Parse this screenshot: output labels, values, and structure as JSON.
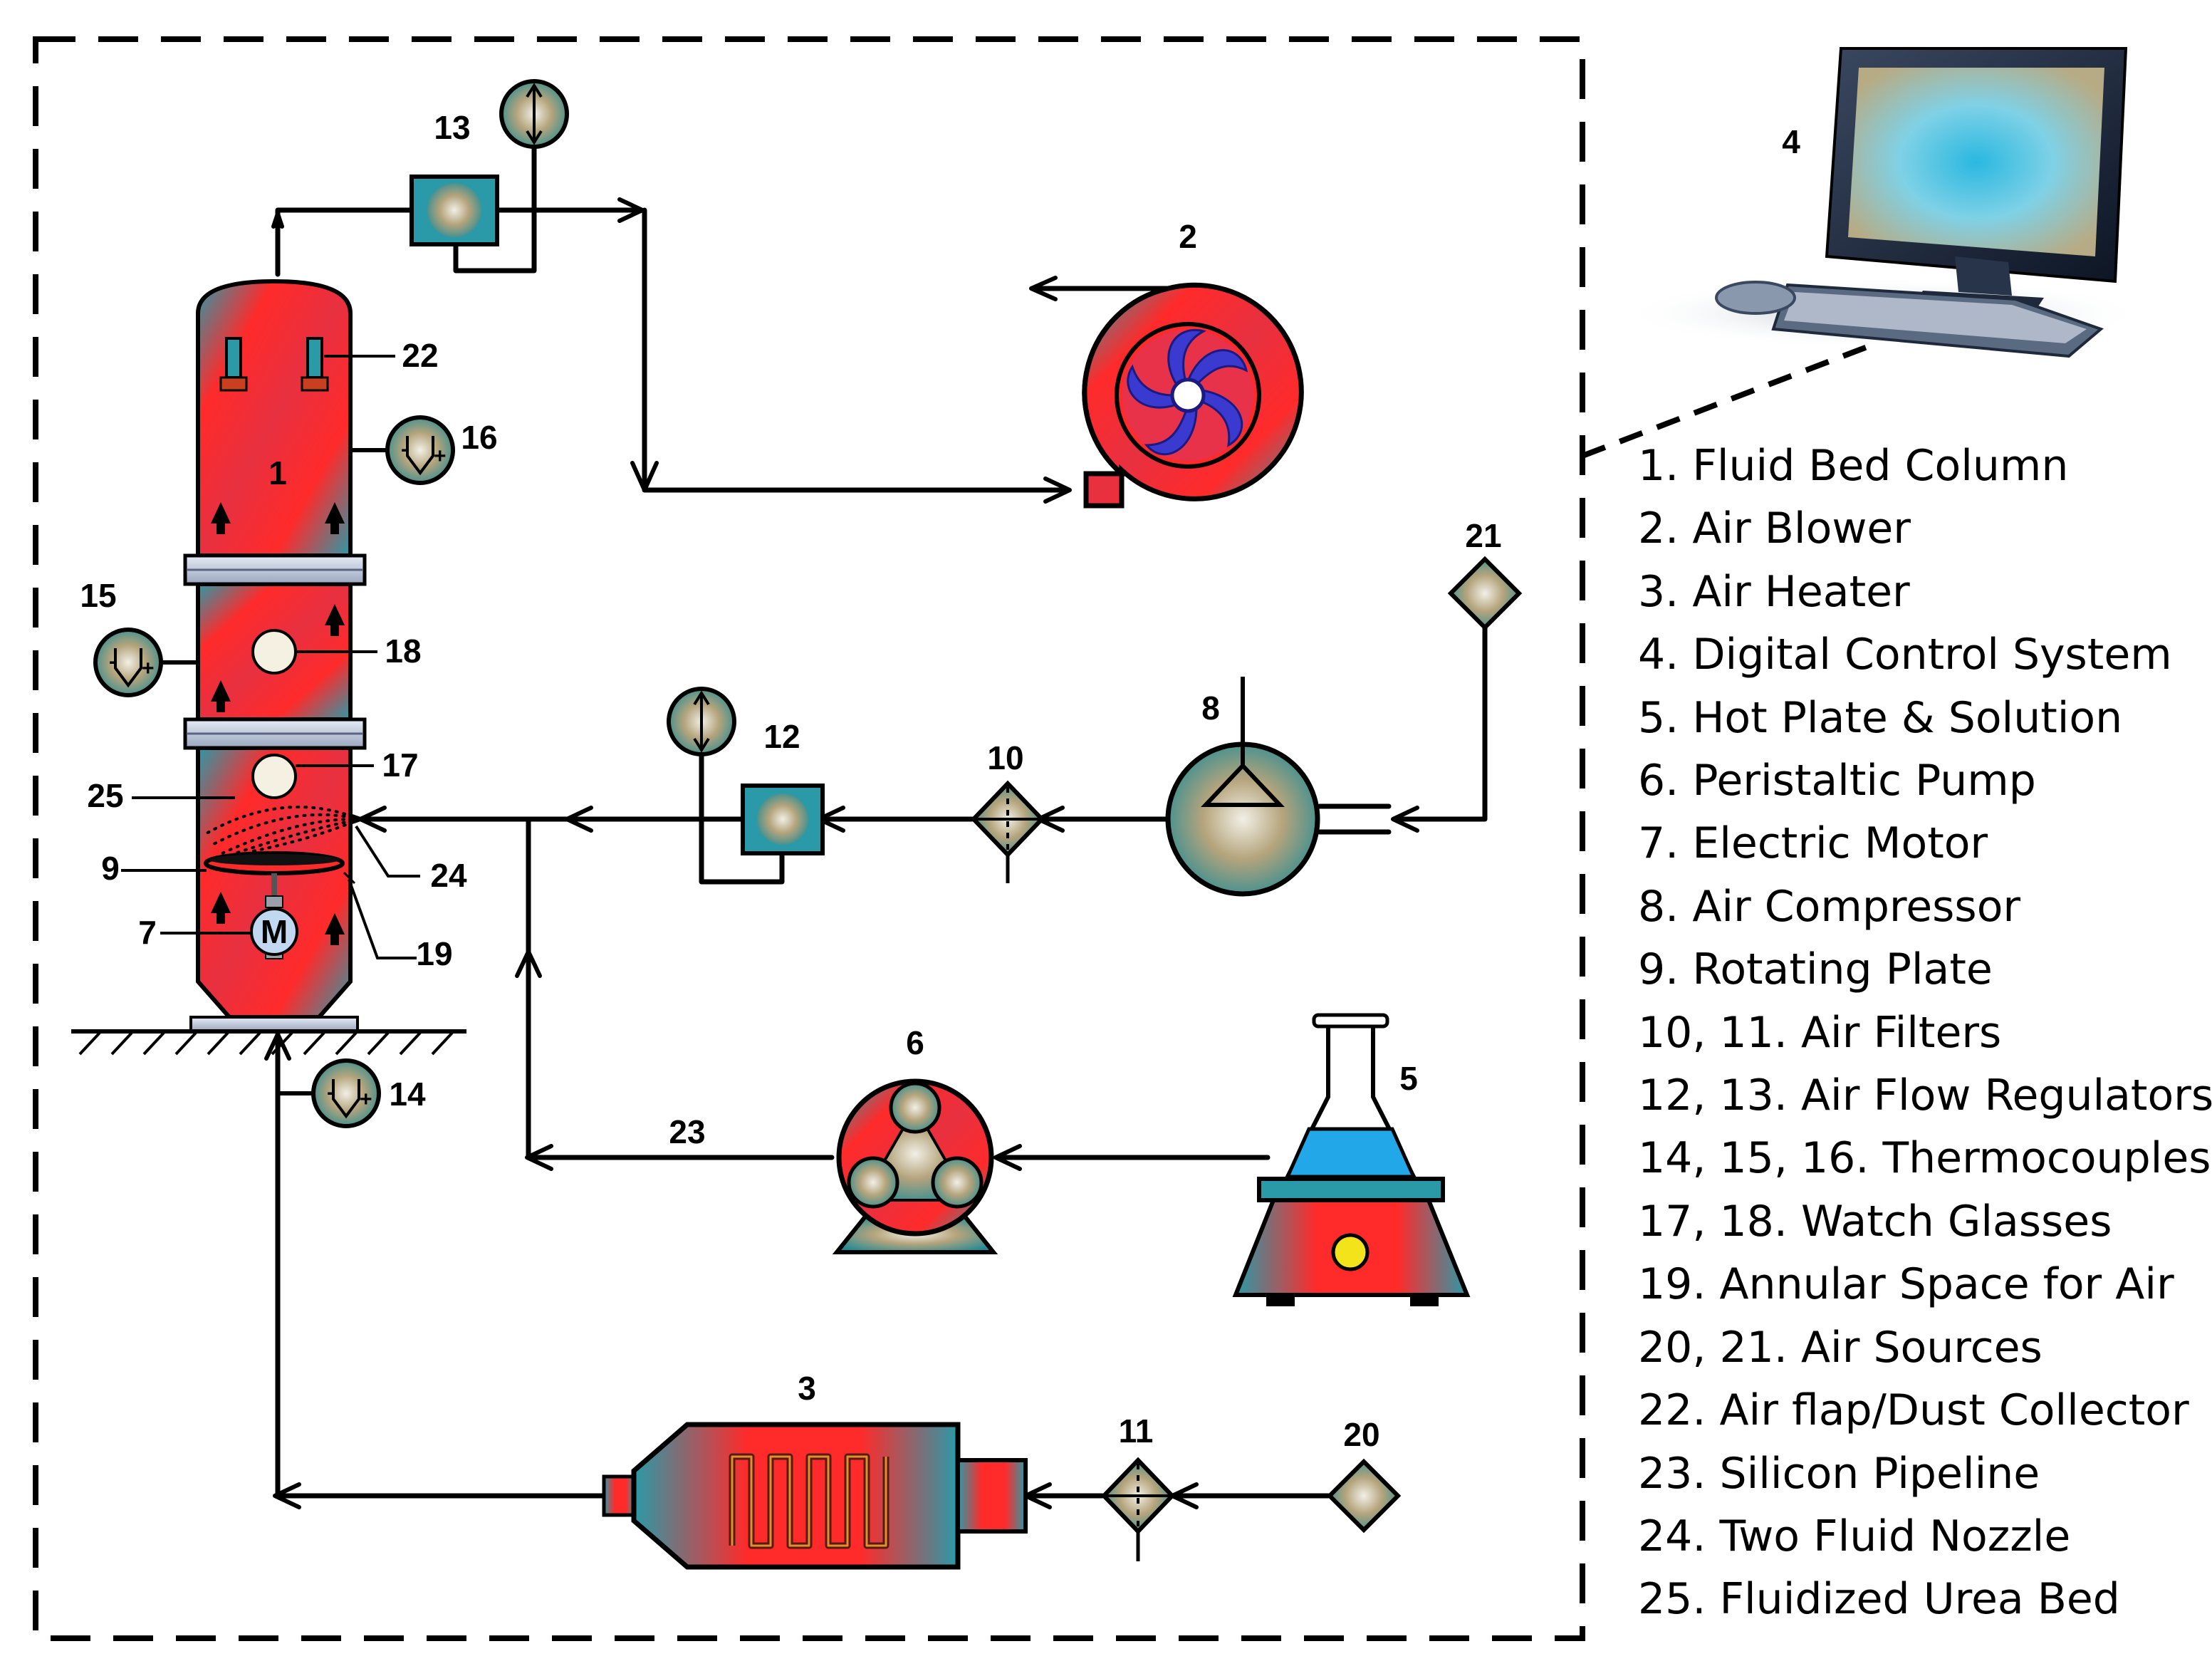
{
  "labels": {
    "fluid_bed_column": "1",
    "air_blower": "2",
    "air_heater": "3",
    "digital_control": "4",
    "hot_plate": "5",
    "peristaltic_pump": "6",
    "electric_motor": "7",
    "motor_letter": "M",
    "air_compressor": "8",
    "rotating_plate": "9",
    "air_filter_10": "10",
    "air_filter_11": "11",
    "regulator_12": "12",
    "regulator_13": "13",
    "thermocouple_14": "14",
    "thermocouple_15": "15",
    "thermocouple_16": "16",
    "watch_glass_17": "17",
    "watch_glass_18": "18",
    "annular_space": "19",
    "air_source_20": "20",
    "air_source_21": "21",
    "air_flap": "22",
    "silicon_pipeline": "23",
    "nozzle": "24",
    "urea_bed": "25"
  },
  "legend": [
    "1. Fluid Bed Column",
    "2. Air Blower",
    "3. Air Heater",
    "4. Digital Control System",
    "5. Hot Plate & Solution",
    "6. Peristaltic Pump",
    "7. Electric Motor",
    "8. Air Compressor",
    "9. Rotating Plate",
    "10, 11. Air Filters",
    "12, 13. Air Flow Regulators",
    "14, 15, 16. Thermocouples",
    "17, 18. Watch Glasses",
    "19. Annular Space for Air",
    "20, 21. Air Sources",
    "22. Air flap/Dust Collector",
    "23. Silicon Pipeline",
    "24. Two Fluid Nozzle",
    "25. Fluidized Urea Bed"
  ],
  "colors": {
    "red": "#ff2a2a",
    "teal": "#2a9aa8",
    "brass": "#a89a72",
    "screen": "#2ab8e0",
    "solution": "#22a8e8",
    "heater_light": "#f2e31a",
    "lid": "#c8d2e6"
  }
}
